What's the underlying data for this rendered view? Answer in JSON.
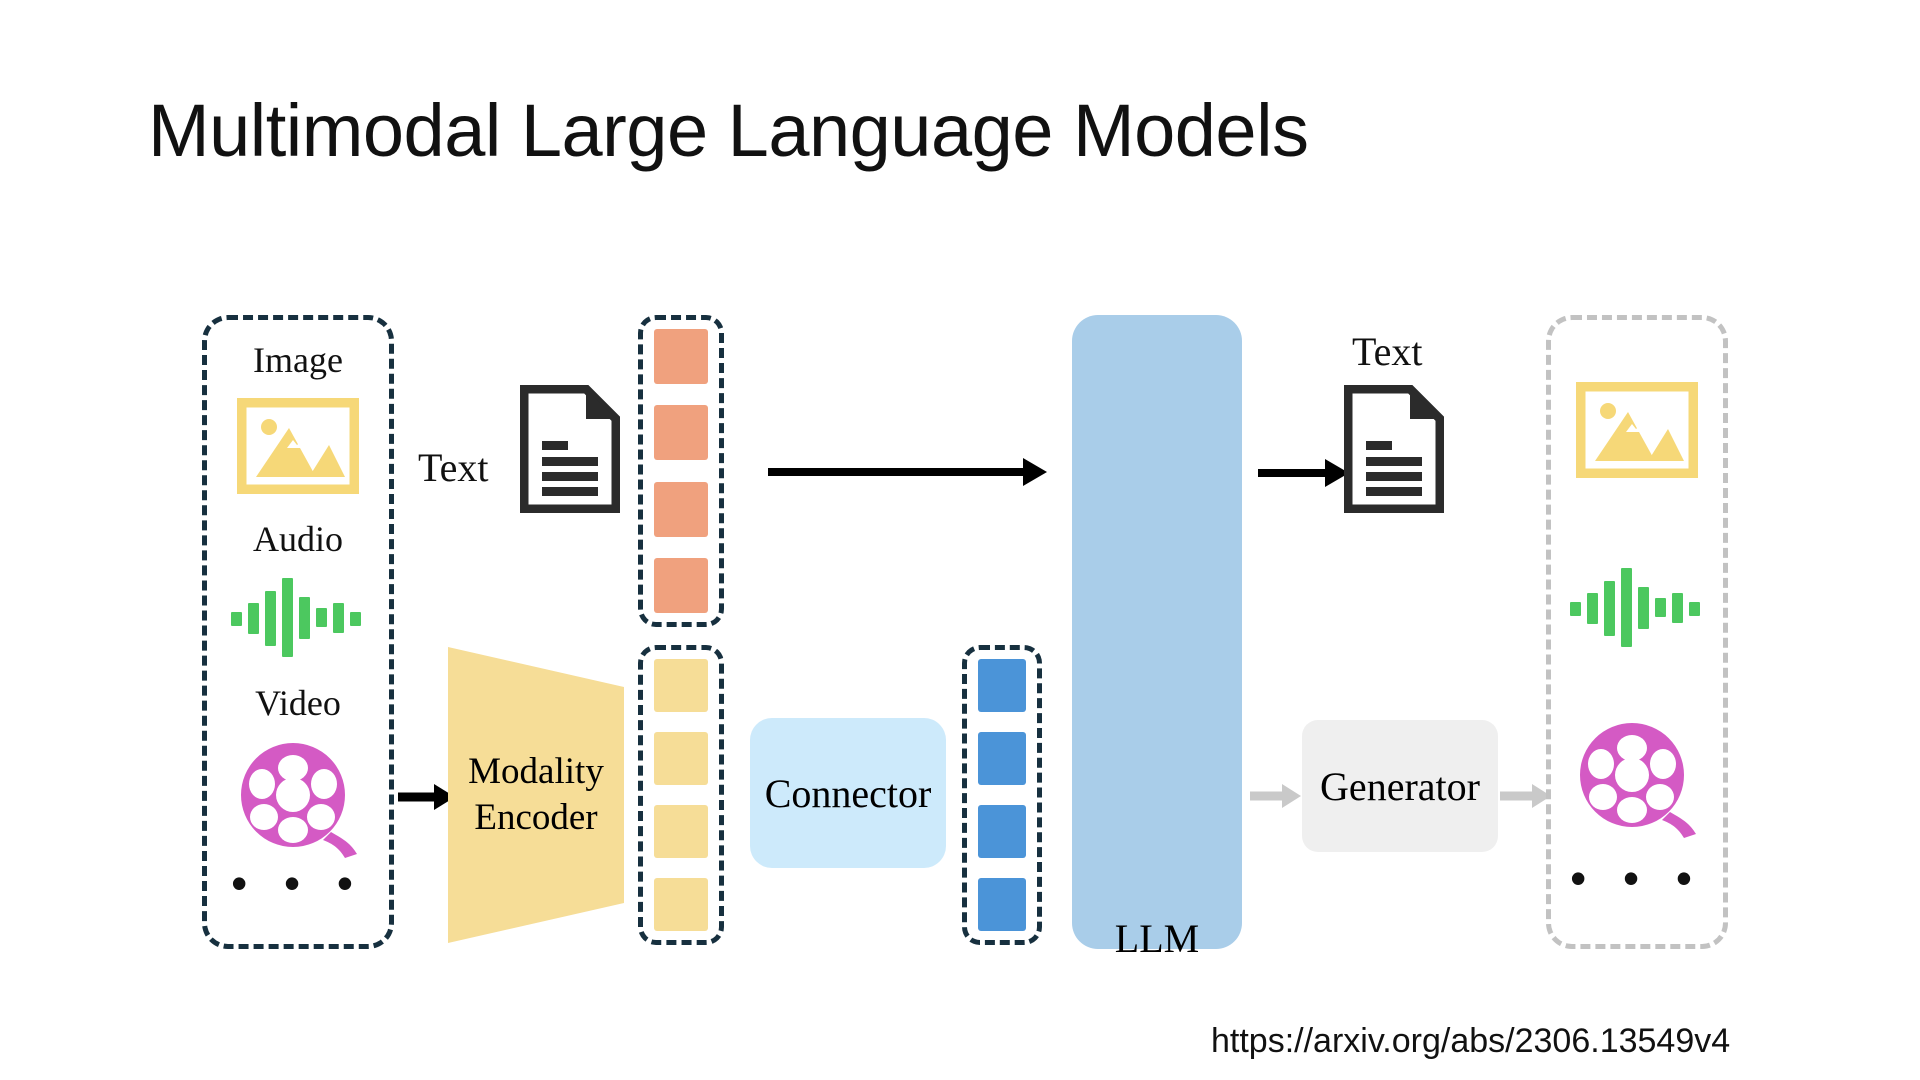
{
  "page": {
    "title": "Multimodal Large Language Models",
    "source_url": "https://arxiv.org/abs/2306.13549v4",
    "background": "#ffffff"
  },
  "colors": {
    "dashed_input_border": "#17303f",
    "dashed_output_border": "#c2c2c2",
    "image_icon": "#f6d878",
    "audio_icon": "#4cc85f",
    "video_icon": "#d45ac4",
    "text_icon": "#2b2b2b",
    "token_text": "#f0a17e",
    "token_modality": "#f6dd97",
    "token_blue": "#4b94d8",
    "connector_bg": "#cdeafb",
    "llm_bg": "#a9cde9",
    "generator_bg": "#efefef",
    "arrow_dark": "#000000",
    "arrow_light": "#c9c9c9"
  },
  "input_panel": {
    "name": "multimodal-inputs",
    "modalities": [
      {
        "label": "Image",
        "icon": "image-icon"
      },
      {
        "label": "Audio",
        "icon": "audio-waveform-icon"
      },
      {
        "label": "Video",
        "icon": "film-reel-icon"
      }
    ],
    "ellipsis": "• • •"
  },
  "text_input": {
    "label": "Text",
    "icon": "document-icon"
  },
  "text_tokens": {
    "name": "text-token-strip",
    "count": 4,
    "color": "#f0a17e"
  },
  "modality_encoder": {
    "label_line1": "Modality",
    "label_line2": "Encoder",
    "shape": "trapezoid",
    "color": "#f6dd97"
  },
  "modality_tokens": {
    "name": "modality-token-strip",
    "count": 4,
    "color": "#f6dd97"
  },
  "connector": {
    "label": "Connector",
    "color": "#cdeafb"
  },
  "aligned_tokens": {
    "name": "aligned-token-strip",
    "count": 4,
    "color": "#4b94d8"
  },
  "llm": {
    "label": "LLM",
    "color": "#a9cde9"
  },
  "text_output": {
    "label": "Text",
    "icon": "document-icon"
  },
  "generator": {
    "label": "Generator",
    "color": "#efefef"
  },
  "output_panel": {
    "name": "multimodal-outputs",
    "modalities": [
      {
        "icon": "image-icon"
      },
      {
        "icon": "audio-waveform-icon"
      },
      {
        "icon": "film-reel-icon"
      }
    ],
    "ellipsis": "• • •"
  },
  "arrows": [
    {
      "name": "video-to-encoder-arrow",
      "style": "dark"
    },
    {
      "name": "text-tokens-to-llm-arrow",
      "style": "dark"
    },
    {
      "name": "llm-to-text-output-arrow",
      "style": "dark"
    },
    {
      "name": "llm-to-generator-arrow",
      "style": "light"
    },
    {
      "name": "generator-to-outputs-arrow",
      "style": "light"
    }
  ]
}
